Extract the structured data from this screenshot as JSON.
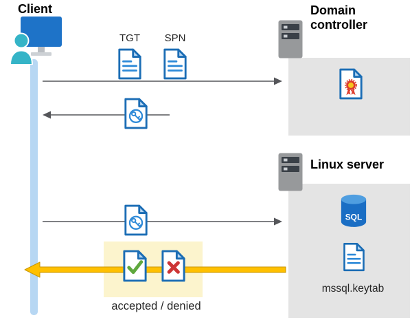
{
  "client": {
    "label": "Client"
  },
  "domain_controller": {
    "label": "Domain controller"
  },
  "linux_server": {
    "label": "Linux server"
  },
  "flow": {
    "tgt_label": "TGT",
    "spn_label": "SPN",
    "result_label": "accepted / denied"
  },
  "sql_server": {
    "sql_badge": "SQL",
    "keytab_label": "mssql.keytab"
  },
  "icons": {
    "client": "person-with-monitor",
    "server": "server-tower",
    "ticket_document": "document-with-lines",
    "key_document": "document-with-key",
    "certificate_document": "document-with-seal",
    "accepted_document": "document-with-green-check",
    "denied_document": "document-with-red-x",
    "sql_database": "sql-database-cylinder"
  },
  "colors": {
    "blue": "#1b6db5",
    "doc_line": "#2e8ad8",
    "light_blue": "#b7d7f3",
    "monitor_blue": "#1e73c8",
    "teal": "#35b4c7",
    "box_gray": "#e4e4e4",
    "arrow_gray": "#55565a",
    "yellow_bg": "#fcf4cd",
    "yellow_arrow": "#ffc000",
    "green": "#5fa83d",
    "red": "#cd3636",
    "cert_red": "#dd3b2b",
    "cert_yellow": "#f6c51e",
    "sql_body": "#1a6ec4",
    "sql_top": "#4f9ee0",
    "server_gray": "#97999b",
    "server_slot": "#3a4047"
  }
}
